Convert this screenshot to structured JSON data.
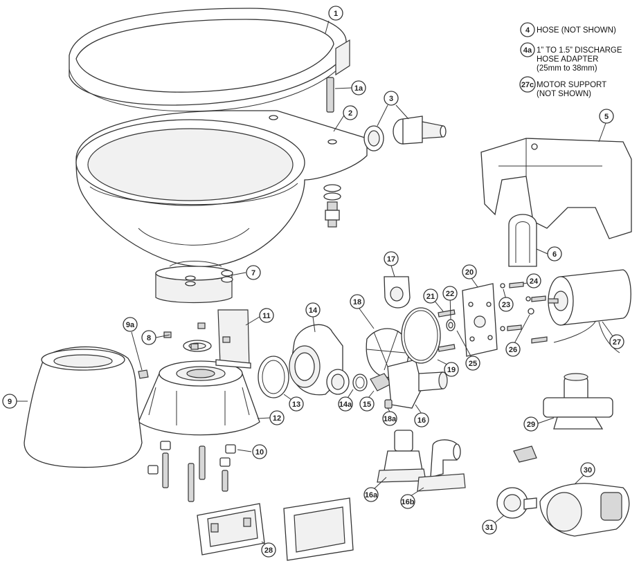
{
  "notes": [
    {
      "badge": "4",
      "lines": [
        "HOSE (NOT SHOWN)"
      ]
    },
    {
      "badge": "4a",
      "lines": [
        "1” TO 1.5” DISCHARGE",
        "HOSE ADAPTER",
        "(25mm to 38mm)"
      ]
    },
    {
      "badge": "27c",
      "lines": [
        "MOTOR SUPPORT",
        "(NOT SHOWN)"
      ]
    }
  ],
  "callouts": [
    "1",
    "1a",
    "2",
    "3",
    "5",
    "6",
    "7",
    "8",
    "9",
    "9a",
    "10",
    "11",
    "12",
    "13",
    "14",
    "14a",
    "15",
    "16",
    "16a",
    "16b",
    "17",
    "18",
    "18a",
    "19",
    "20",
    "21",
    "22",
    "23",
    "24",
    "25",
    "26",
    "27",
    "28",
    "29",
    "30",
    "31"
  ]
}
